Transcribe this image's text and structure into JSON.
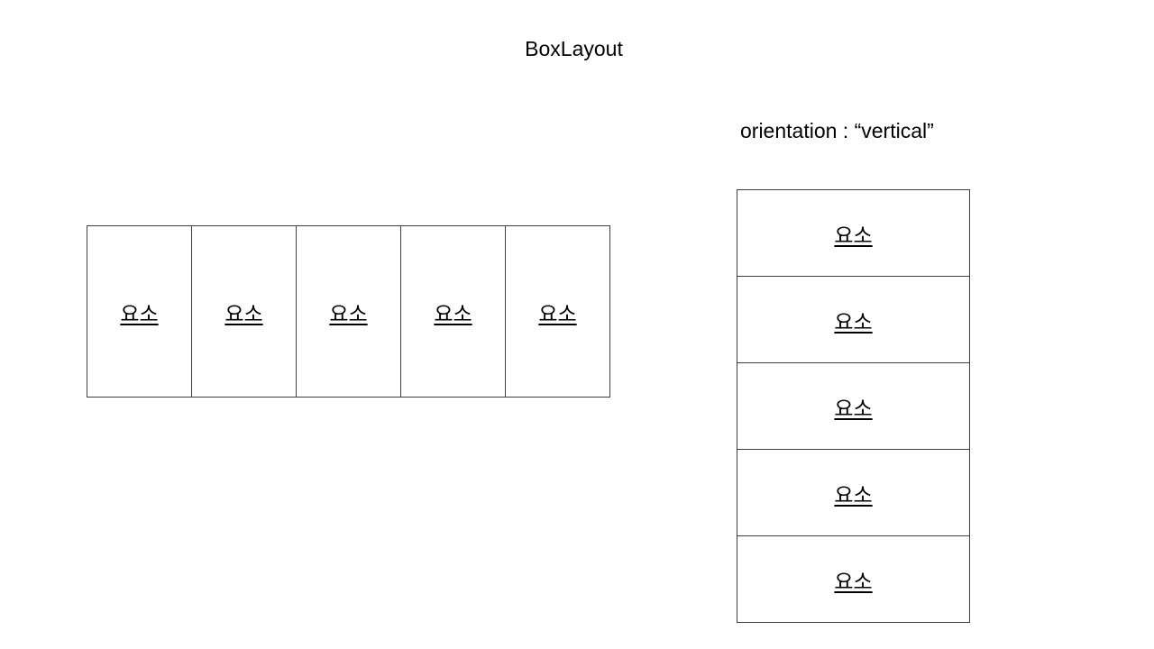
{
  "title": "BoxLayout",
  "vertical_label": "orientation : “vertical”",
  "horizontal_items": [
    "요소",
    "요소",
    "요소",
    "요소",
    "요소"
  ],
  "vertical_items": [
    "요소",
    "요소",
    "요소",
    "요소",
    "요소"
  ]
}
